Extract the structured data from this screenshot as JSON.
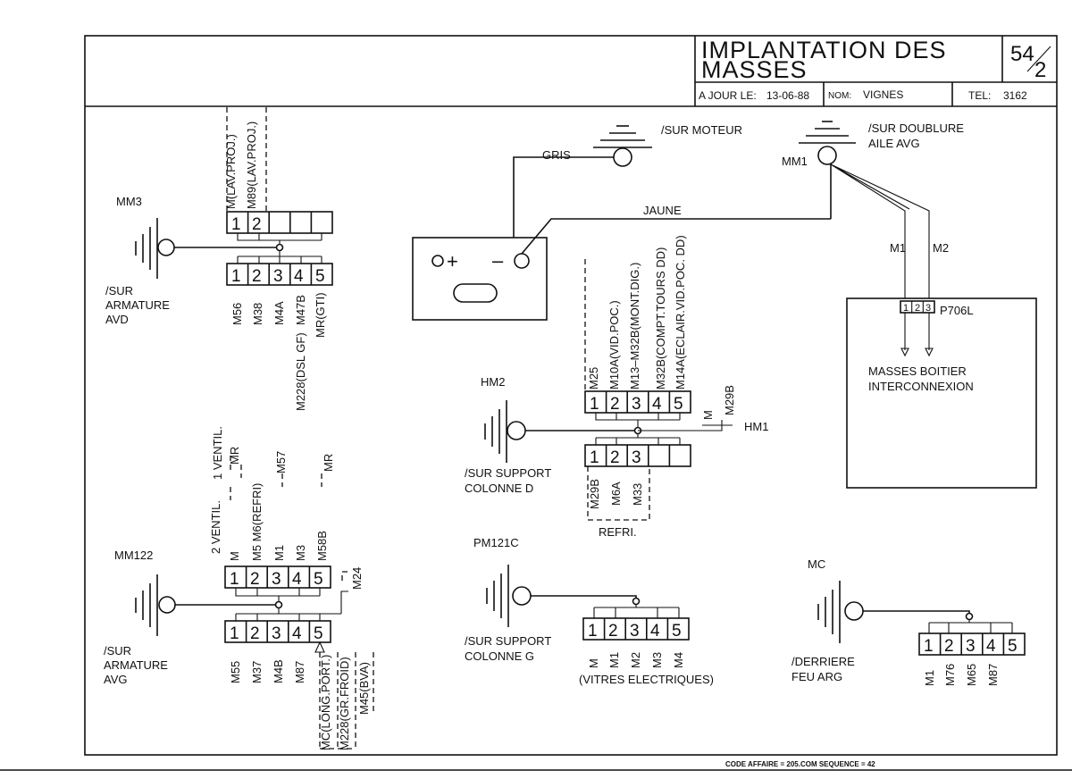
{
  "header": {
    "title_line1": "IMPLANTATION DES",
    "title_line2": "MASSES",
    "page_num_top": "54",
    "page_num_bottom": "2",
    "date_label": "A JOUR LE:",
    "date_value": "13-06-88",
    "name_label": "NOM:",
    "name_value": "VIGNES",
    "tel_label": "TEL:",
    "tel_value": "3162"
  },
  "footer": {
    "code": "CODE AFFAIRE = 205.COM SEQUENCE = 42"
  },
  "mm3": {
    "name": "MM3",
    "desc": [
      "/SUR",
      "ARMATURE",
      "AVD"
    ],
    "top_labels": [
      "M(LAV.PROJ.)",
      "M89(LAV.PROJ.)"
    ],
    "top_cells": [
      "1",
      "2",
      "",
      "",
      ""
    ],
    "bottom_cells": [
      "1",
      "2",
      "3",
      "4",
      "5"
    ],
    "bottom_labels": [
      "M56",
      "M38",
      "M4A",
      "M47B",
      "MR(GTI)"
    ],
    "extra_label": "M228(DSL GF)"
  },
  "mm122": {
    "name": "MM122",
    "desc": [
      "/SUR",
      "ARMATURE",
      "AVG"
    ],
    "upper_labels": [
      "1 VENTIL.",
      "MR",
      "M57",
      "MR"
    ],
    "top_labels": [
      "2 VENTIL.",
      "M",
      "M5 M6(REFRI)",
      "M1",
      "M3",
      "M58B"
    ],
    "top_cells": [
      "1",
      "2",
      "3",
      "4",
      "5"
    ],
    "side_label": "M24",
    "bottom_cells": [
      "1",
      "2",
      "3",
      "4",
      "5"
    ],
    "bottom_labels": [
      "M55",
      "M37",
      "M4B",
      "M87"
    ],
    "sub_labels": [
      "MC(LONG.PORT.)",
      "M228(GR.FROID)",
      "M45(BVA)"
    ]
  },
  "battery": {
    "plus_label": "+",
    "minus_label": "–",
    "wire_gris": "GRIS",
    "wire_jaune": "JAUNE"
  },
  "moteur": {
    "desc": "/SUR MOTEUR"
  },
  "mm1": {
    "name": "MM1",
    "desc": [
      "/SUR DOUBLURE",
      "AILE AVG"
    ],
    "wire_m1": "M1",
    "wire_m2": "M2",
    "connector": "P706L",
    "cells": [
      "1",
      "2",
      "3"
    ],
    "box_text": [
      "MASSES BOITIER",
      "INTERCONNEXION"
    ]
  },
  "hm2": {
    "name": "HM2",
    "desc": [
      "/SUR SUPPORT",
      "COLONNE D"
    ],
    "top_labels": [
      "M25",
      "M10A(VID.POC.)",
      "M13–M32B(MONT.DIG.)",
      "M32B(COMPT.TOURS DD)",
      "M14A(ECLAIR.VID.POC. DD)"
    ],
    "top_cells": [
      "1",
      "2",
      "3",
      "4",
      "5"
    ],
    "side_labels": [
      "M",
      "M29B"
    ],
    "hm1": "HM1",
    "bottom_cells": [
      "1",
      "2",
      "3",
      "",
      ""
    ],
    "bottom_labels": [
      "M29B",
      "M6A",
      "M33"
    ],
    "group_label": "REFRI."
  },
  "pm121c": {
    "name": "PM121C",
    "desc": [
      "/SUR SUPPORT",
      "COLONNE G"
    ],
    "cells": [
      "1",
      "2",
      "3",
      "4",
      "5"
    ],
    "labels": [
      "M",
      "M1",
      "M2",
      "M3",
      "M4"
    ],
    "group_label": "(VITRES ELECTRIQUES)"
  },
  "mc": {
    "name": "MC",
    "desc": [
      "/DERRIERE",
      "FEU ARG"
    ],
    "cells": [
      "1",
      "2",
      "3",
      "4",
      "5"
    ],
    "labels": [
      "M1",
      "M76",
      "M65",
      "M87"
    ]
  }
}
